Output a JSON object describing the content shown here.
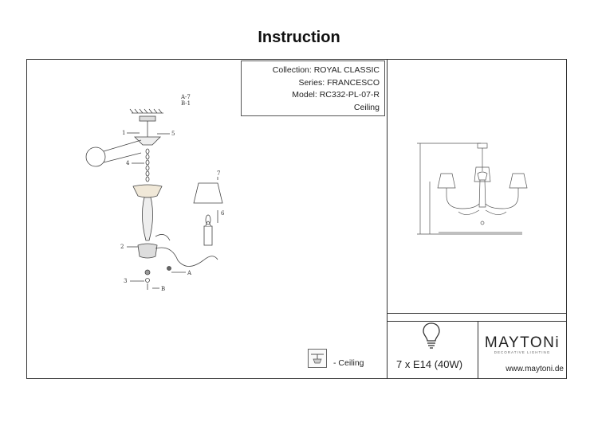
{
  "header": {
    "title": "Instruction"
  },
  "product": {
    "collection": "Collection: ROYAL CLASSIC",
    "series": "Series: FRANCESCO",
    "model": "Model: RC332-PL-07-R",
    "mounting": "Ceiling"
  },
  "assembly": {
    "parts": [
      "A-7",
      "B-1"
    ],
    "step_labels": [
      "1",
      "2",
      "3",
      "4",
      "5",
      "6",
      "7"
    ],
    "part_refs": [
      "A",
      "B"
    ]
  },
  "mounting_legend": {
    "label": "- Ceiling",
    "icon": "ceiling-mount-icon"
  },
  "bulb": {
    "icon": "bulb-icon",
    "spec": "7 x E14 (40W)"
  },
  "brand": {
    "name": "MAYTONi",
    "tagline": "DECORATIVE LIGHTING",
    "website": "www.maytoni.de"
  }
}
